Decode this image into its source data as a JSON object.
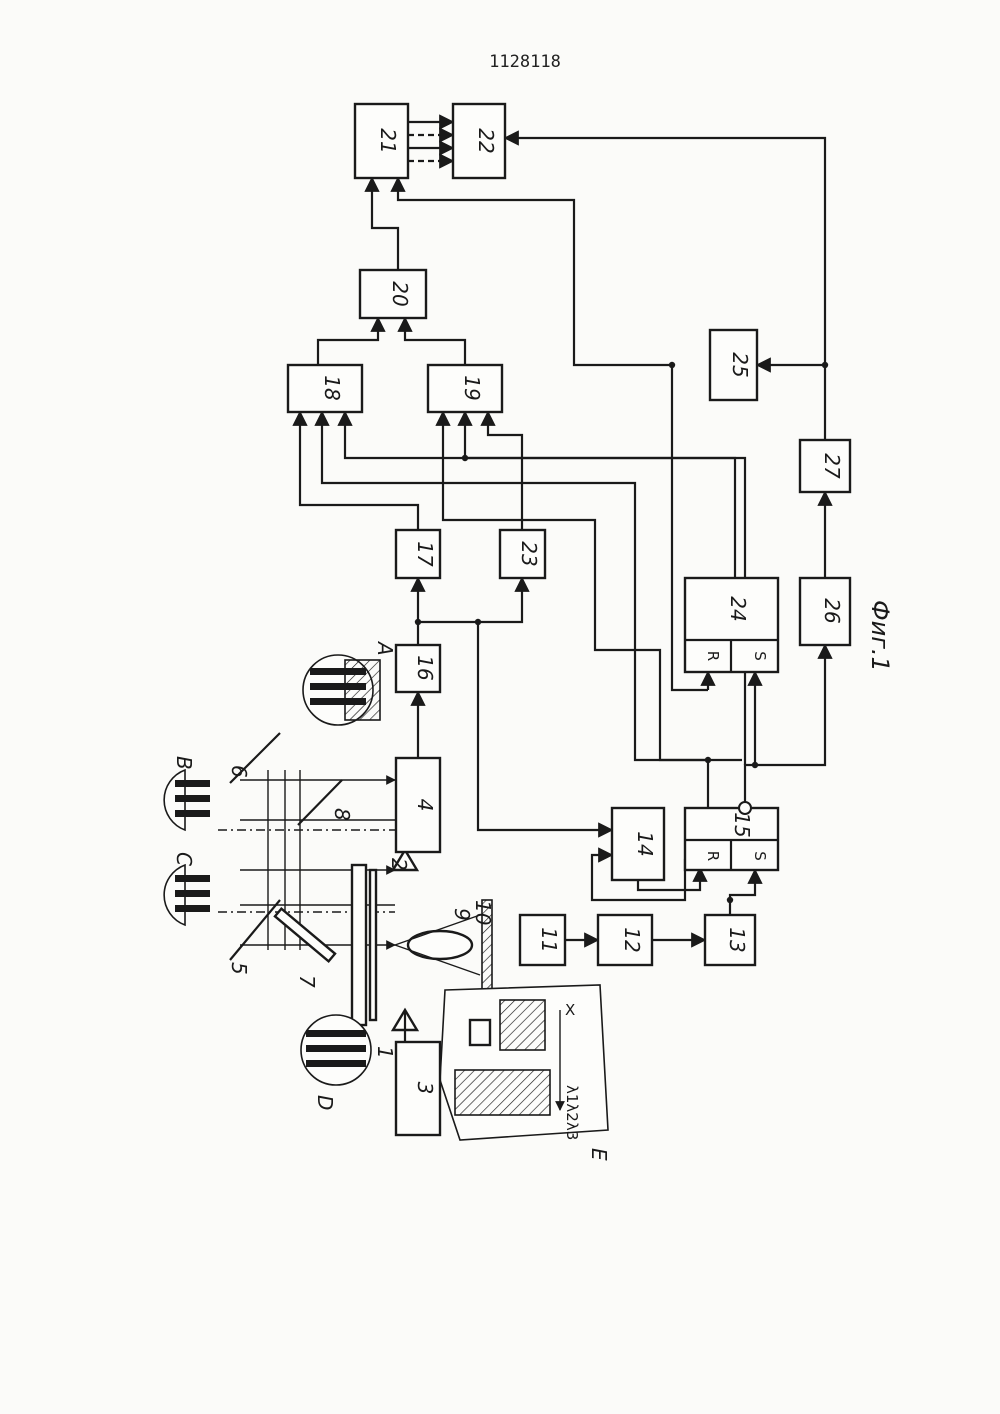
{
  "patent_number": "1128118",
  "figure_caption": "Фиг.1",
  "blocks": [
    "3",
    "4",
    "11",
    "12",
    "13",
    "14",
    "15",
    "16",
    "17",
    "18",
    "19",
    "20",
    "21",
    "22",
    "23",
    "24",
    "25",
    "26",
    "27"
  ],
  "element_labels": [
    "1",
    "2",
    "5",
    "6",
    "7",
    "8",
    "9",
    "10"
  ],
  "view_labels": [
    "A",
    "B",
    "C",
    "D",
    "E"
  ],
  "flipflop_inputs": {
    "r": "R",
    "s": "S"
  },
  "inset_labels": {
    "x": "X",
    "lambdas": "λ1λ2λ3"
  }
}
